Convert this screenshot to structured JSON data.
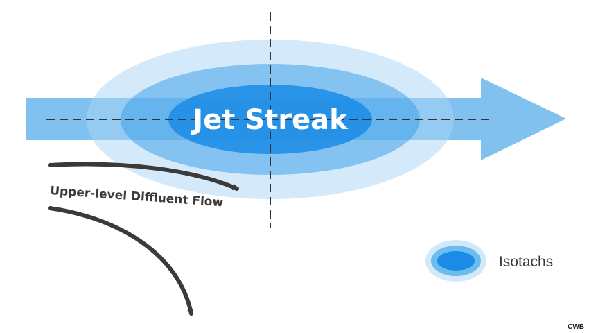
{
  "diagram": {
    "jet_streak_label": "Jet Streak",
    "flow_label": "Upper-level Diffluent Flow",
    "legend_label": "Isotachs",
    "credit": "CWB",
    "colors": {
      "outer_isotach": "#d3e9fa",
      "middle_isotach": "#6cbcee",
      "inner_isotach": "#1a8ce6",
      "jet_arrow": "#56acea",
      "flow_arrows": "#3a3a3a",
      "axes": "#333333"
    },
    "icons": {
      "jet_arrow": "right-arrow",
      "flow_arrows": "curved-arrow",
      "legend": "nested-ellipses"
    }
  }
}
